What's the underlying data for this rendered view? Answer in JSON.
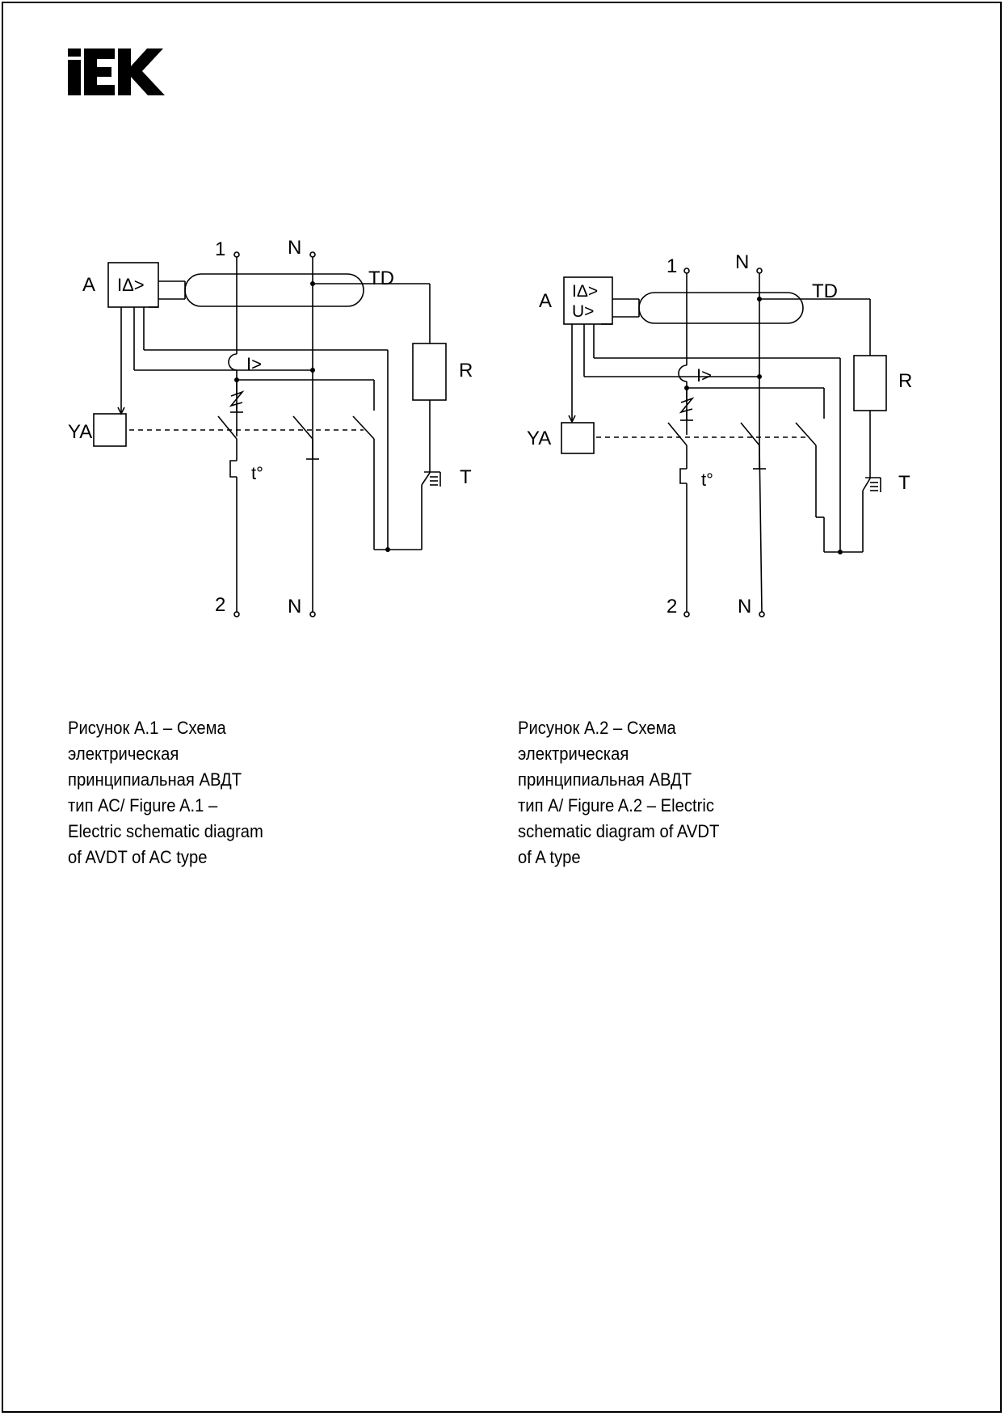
{
  "logo": {
    "text": "IEK"
  },
  "diagrams": [
    {
      "id": "a1",
      "labels": {
        "terminal_1": "1",
        "terminal_n_top": "N",
        "terminal_2": "2",
        "terminal_n_bottom": "N",
        "electronic_module": "A",
        "module_line_1": "IΔ>",
        "module_line_2": "",
        "transformer": "TD",
        "overcurrent": "I>",
        "thermal": "t°",
        "release": "YA",
        "resistor": "R",
        "test_button": "T"
      }
    },
    {
      "id": "a2",
      "labels": {
        "terminal_1": "1",
        "terminal_n_top": "N",
        "terminal_2": "2",
        "terminal_n_bottom": "N",
        "electronic_module": "A",
        "module_line_1": "IΔ>",
        "module_line_2": "U>",
        "transformer": "TD",
        "overcurrent": "I>",
        "thermal": "t°",
        "release": "YA",
        "resistor": "R",
        "test_button": "T"
      }
    }
  ],
  "captions": [
    [
      "Рисунок А.1 – Схема",
      "электрическая",
      "принципиальная АВДТ",
      "тип АС/ Figure A.1 –",
      "Electric schematic diagram",
      "of AVDT of AC type"
    ],
    [
      "Рисунок А.2 – Схема",
      "электрическая",
      "принципиальная АВДТ",
      "тип А/ Figure A.2 – Electric",
      "schematic diagram of AVDT",
      "of A type"
    ]
  ]
}
